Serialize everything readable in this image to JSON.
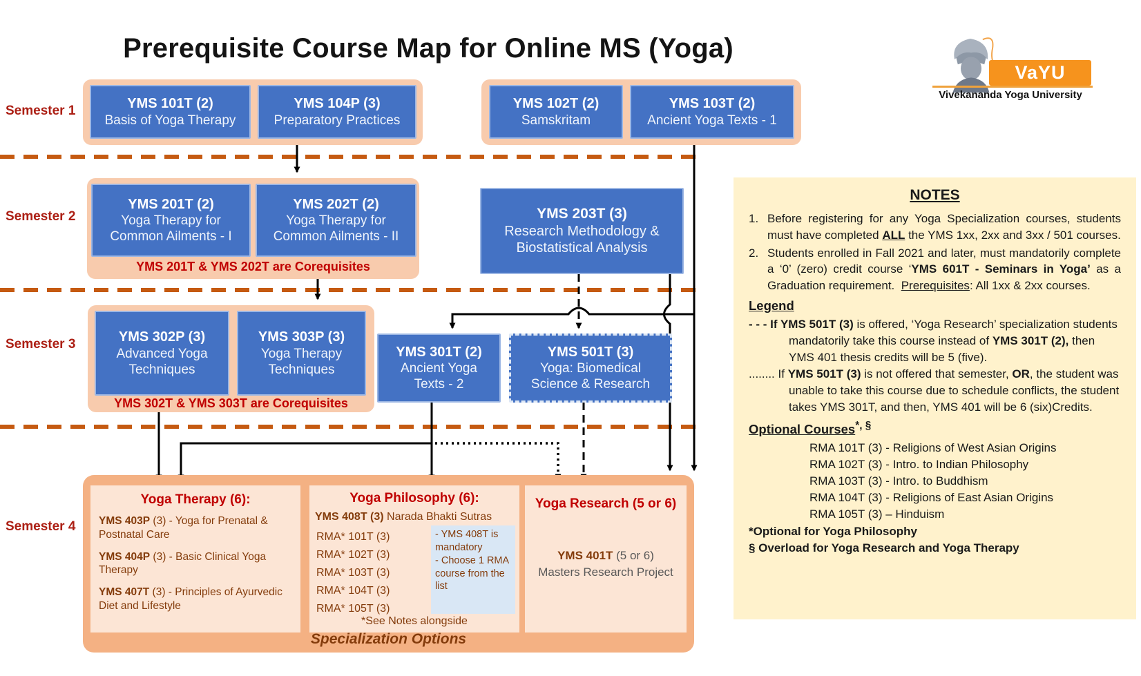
{
  "title": "Prerequisite Course Map for Online MS (Yoga)",
  "logo": {
    "brand": "VaYU",
    "org": "Vivekananda Yoga University"
  },
  "semester_labels": {
    "s1": "Semester 1",
    "s2": "Semester 2",
    "s3": "Semester 3",
    "s4": "Semester 4"
  },
  "s1": {
    "c101": {
      "code": "YMS 101T (2)",
      "name": "Basis of Yoga Therapy"
    },
    "c104": {
      "code": "YMS 104P (3)",
      "name": "Preparatory Practices"
    },
    "c102": {
      "code": "YMS 102T (2)",
      "name": "Samskritam"
    },
    "c103": {
      "code": "YMS 103T (2)",
      "name": "Ancient Yoga Texts - 1"
    }
  },
  "s2": {
    "c201": {
      "code": "YMS 201T (2)",
      "name": "Yoga Therapy for Common Ailments - I"
    },
    "c202": {
      "code": "YMS 202T (2)",
      "name": "Yoga Therapy for Common Ailments - II"
    },
    "coreq": "YMS 201T & YMS 202T are Corequisites",
    "c203": {
      "code": "YMS 203T (3)",
      "name": "Research Methodology & Biostatistical Analysis"
    }
  },
  "s3": {
    "c302": {
      "code": "YMS 302P (3)",
      "name": "Advanced Yoga Techniques"
    },
    "c303": {
      "code": "YMS 303P (3)",
      "name": "Yoga Therapy Techniques"
    },
    "coreq": "YMS 302T & YMS 303T are Corequisites",
    "c301": {
      "code": "YMS 301T (2)",
      "name": "Ancient Yoga Texts - 2"
    },
    "c501": {
      "code": "YMS 501T (3)",
      "name": "Yoga: Biomedical Science & Research"
    }
  },
  "s4": {
    "therapy": {
      "title": "Yoga Therapy (6):",
      "items": [
        {
          "code": "YMS 403P",
          "rest": " (3) - Yoga for Prenatal & Postnatal Care"
        },
        {
          "code": "YMS 404P",
          "rest": " (3) - Basic Clinical Yoga Therapy"
        },
        {
          "code": "YMS 407T",
          "rest": " (3) - Principles of Ayurvedic Diet and Lifestyle"
        }
      ]
    },
    "philosophy": {
      "title": "Yoga Philosophy (6):",
      "featured_code": "YMS 408T (3)",
      "featured_name": " Narada Bhakti Sutras",
      "rma": [
        "RMA* 101T (3)",
        "RMA* 102T (3)",
        "RMA* 103T (3)",
        "RMA* 104T (3)",
        "RMA* 105T (3)"
      ],
      "note1": "- YMS 408T is mandatory",
      "note2": "- Choose 1 RMA course from the list",
      "see_note": "*See Notes alongside"
    },
    "research": {
      "title": "Yoga Research (5 or 6)",
      "code": "YMS 401T",
      "rest": " (5 or 6)",
      "name": "Masters Research Project"
    },
    "footer": "Specialization Options"
  },
  "notes": {
    "heading": "NOTES",
    "items": [
      {
        "num": "1.",
        "runs": [
          {
            "t": "Before registering for any Yoga Specialization courses, students must have completed "
          },
          {
            "t": "ALL",
            "b": 1,
            "u": 1
          },
          {
            "t": " the YMS 1xx, 2xx and 3xx / 501 courses."
          }
        ]
      },
      {
        "num": "2.",
        "runs": [
          {
            "t": "Students enrolled in Fall 2021 and later, must mandatorily complete a ‘0’ (zero) credit course ‘"
          },
          {
            "t": "YMS 601T - Seminars in Yoga’",
            "b": 1
          },
          {
            "t": " as a Graduation requirement.  "
          },
          {
            "t": "Prerequisites",
            "u": 1
          },
          {
            "t": ": All 1xx & 2xx courses."
          }
        ]
      }
    ],
    "legend_heading": "Legend",
    "legend": [
      {
        "runs": [
          {
            "t": "- - - If YMS 501T (3)",
            "b": 1
          },
          {
            "t": " is offered, ‘Yoga Research’ specialization students mandatorily take this course instead of "
          },
          {
            "t": "YMS 301T (2),",
            "b": 1
          },
          {
            "t": " then YMS 401 thesis credits will be 5 (five)."
          }
        ]
      },
      {
        "runs": [
          {
            "t": "........ If "
          },
          {
            "t": "YMS 501T (3)",
            "b": 1
          },
          {
            "t": " is not offered that semester, "
          },
          {
            "t": "OR",
            "b": 1
          },
          {
            "t": ", the student was unable to take this course due to schedule conflicts, the student takes YMS 301T, and then, YMS 401 will be 6 (six)Credits."
          }
        ]
      }
    ],
    "optional_heading": "Optional Courses",
    "optional_sup": "*, §",
    "optional": [
      "RMA 101T (3) - Religions of West Asian Origins",
      "RMA 102T (3) - Intro. to Indian Philosophy",
      "RMA 103T (3) - Intro. to Buddhism",
      "RMA 104T (3) - Religions of East Asian Origins",
      "RMA 105T (3) – Hinduism"
    ],
    "footnote1": "*Optional for Yoga Philosophy",
    "footnote2": "§ Overload for Yoga Research and Yoga Therapy"
  }
}
